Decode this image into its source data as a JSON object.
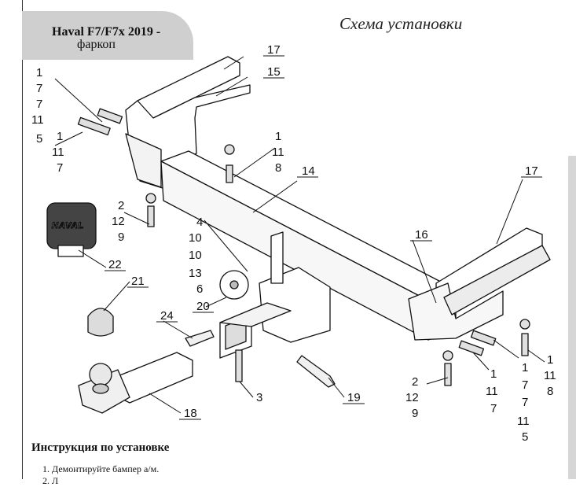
{
  "header": {
    "title": "Haval F7/F7x 2019 -",
    "subtitle": "фаркоп"
  },
  "scheme_title": "Схема установки",
  "callouts": [
    {
      "id": "c17a",
      "lines": [
        "17"
      ]
    },
    {
      "id": "c15",
      "lines": [
        "15"
      ]
    },
    {
      "id": "c1_7_7_11_5_left",
      "lines": [
        "1",
        "7",
        "7",
        "11",
        "5"
      ]
    },
    {
      "id": "c1_11_7_left",
      "lines": [
        "1",
        "11",
        "7"
      ]
    },
    {
      "id": "c1_11_8_top",
      "lines": [
        "1",
        "11",
        "8"
      ]
    },
    {
      "id": "c14",
      "lines": [
        "14"
      ]
    },
    {
      "id": "c17b",
      "lines": [
        "17"
      ]
    },
    {
      "id": "c2_12_9_left",
      "lines": [
        "2",
        "12",
        "9"
      ]
    },
    {
      "id": "c4_10_10_13_6",
      "lines": [
        "4",
        "10",
        "10",
        "13",
        "6"
      ]
    },
    {
      "id": "c16",
      "lines": [
        "16"
      ]
    },
    {
      "id": "c22",
      "lines": [
        "22"
      ]
    },
    {
      "id": "c21",
      "lines": [
        "21"
      ]
    },
    {
      "id": "c20",
      "lines": [
        "20"
      ]
    },
    {
      "id": "c24",
      "lines": [
        "24"
      ]
    },
    {
      "id": "c3",
      "lines": [
        "3"
      ]
    },
    {
      "id": "c19",
      "lines": [
        "19"
      ]
    },
    {
      "id": "c18",
      "lines": [
        "18"
      ]
    },
    {
      "id": "c2_12_9_right",
      "lines": [
        "2",
        "12",
        "9"
      ]
    },
    {
      "id": "c1_11_7_right",
      "lines": [
        "1",
        "11",
        "7"
      ]
    },
    {
      "id": "c1_7_7_11_5_right",
      "lines": [
        "1",
        "7",
        "7",
        "11",
        "5"
      ]
    },
    {
      "id": "c1_11_8_right",
      "lines": [
        "1",
        "11",
        "8"
      ]
    }
  ],
  "cover_logo": "HAVAL",
  "instructions": {
    "heading": "Инструкция по установке",
    "steps": [
      "1. Демонтируйте бампер а/м.",
      "2. Л"
    ]
  }
}
